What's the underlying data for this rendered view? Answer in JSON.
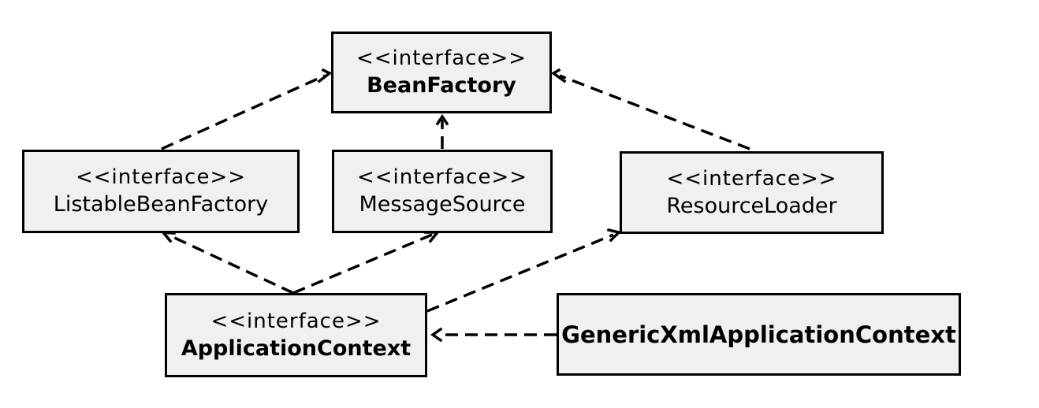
{
  "diagram": {
    "nodes": {
      "bean_factory": {
        "stereotype": "<<interface>>",
        "name": "BeanFactory"
      },
      "listable_bean_factory": {
        "stereotype": "<<interface>>",
        "name": "ListableBeanFactory"
      },
      "message_source": {
        "stereotype": "<<interface>>",
        "name": "MessageSource"
      },
      "resource_loader": {
        "stereotype": "<<interface>>",
        "name": "ResourceLoader"
      },
      "application_context": {
        "stereotype": "<<interface>>",
        "name": "ApplicationContext"
      },
      "generic_xml_application_context": {
        "name": "GenericXmlApplicationContext"
      }
    },
    "edges": [
      {
        "from": "ListableBeanFactory",
        "to": "BeanFactory",
        "style": "dashed-arrow"
      },
      {
        "from": "MessageSource",
        "to": "BeanFactory",
        "style": "dashed-arrow"
      },
      {
        "from": "ResourceLoader",
        "to": "BeanFactory",
        "style": "dashed-arrow"
      },
      {
        "from": "ApplicationContext",
        "to": "ListableBeanFactory",
        "style": "dashed-arrow"
      },
      {
        "from": "ApplicationContext",
        "to": "MessageSource",
        "style": "dashed-arrow"
      },
      {
        "from": "ApplicationContext",
        "to": "ResourceLoader",
        "style": "dashed-arrow"
      },
      {
        "from": "GenericXmlApplicationContext",
        "to": "ApplicationContext",
        "style": "dashed-arrow"
      }
    ]
  },
  "colors": {
    "box_fill": "#f0f0f0",
    "box_border": "#000000",
    "line": "#000000"
  }
}
